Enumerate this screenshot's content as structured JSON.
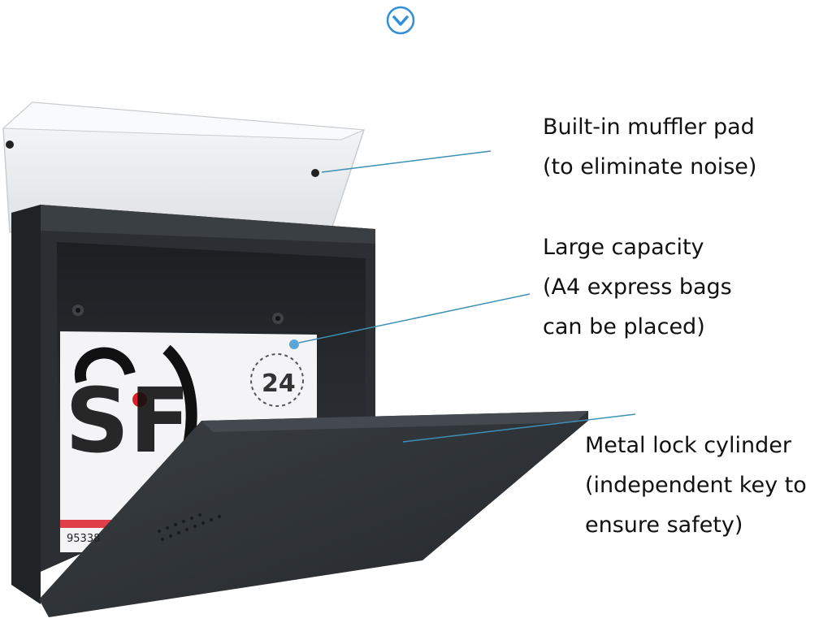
{
  "colors": {
    "accent": "#2f8fd8",
    "leader_line": "#3e8fb5",
    "mailbox_body": "#2b2f33",
    "lid": "#eef0f2"
  },
  "nav": {
    "icon": "chevron-down-circle-icon"
  },
  "package": {
    "logo_text": "SF",
    "badge_number": "24",
    "tracking_fragment": "95338"
  },
  "callouts": {
    "muffler": {
      "line1": "Built-in muffler pad",
      "line2": "(to eliminate noise)"
    },
    "capacity": {
      "line1": "Large capacity",
      "line2": "(A4 express bags",
      "line3": "can be placed)"
    },
    "lock": {
      "line1": "Metal lock cylinder",
      "line2": "(independent key to",
      "line3": "ensure safety)"
    }
  }
}
